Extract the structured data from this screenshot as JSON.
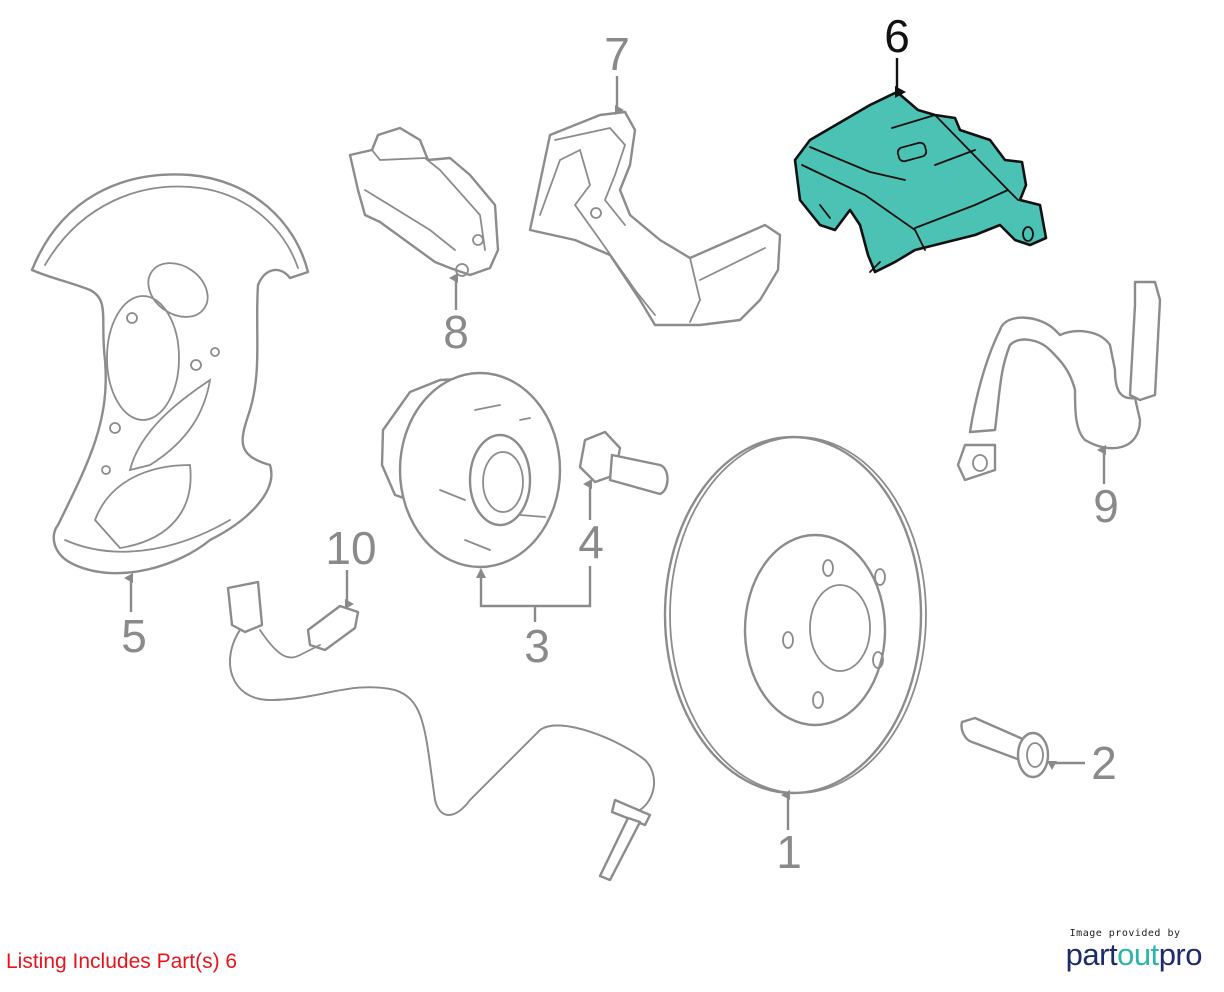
{
  "diagram": {
    "highlight_color": "#4bc2b4",
    "selected_part": "6",
    "parts": [
      {
        "id": "1",
        "label": "1",
        "name": "brake-rotor"
      },
      {
        "id": "2",
        "label": "2",
        "name": "rotor-screw"
      },
      {
        "id": "3",
        "label": "3",
        "name": "hub-bearing"
      },
      {
        "id": "4",
        "label": "4",
        "name": "hub-bolt"
      },
      {
        "id": "5",
        "label": "5",
        "name": "splash-shield"
      },
      {
        "id": "6",
        "label": "6",
        "name": "brake-caliper"
      },
      {
        "id": "7",
        "label": "7",
        "name": "caliper-bracket"
      },
      {
        "id": "8",
        "label": "8",
        "name": "brake-pads"
      },
      {
        "id": "9",
        "label": "9",
        "name": "brake-hose"
      },
      {
        "id": "10",
        "label": "10",
        "name": "abs-sensor"
      }
    ]
  },
  "footer": {
    "listing_text": "Listing Includes Part(s) 6",
    "listing_color": "#e8141b"
  },
  "logo": {
    "caption": "Image provided by",
    "brand_part1": "part",
    "brand_part2": "out",
    "brand_part3": "pro"
  }
}
